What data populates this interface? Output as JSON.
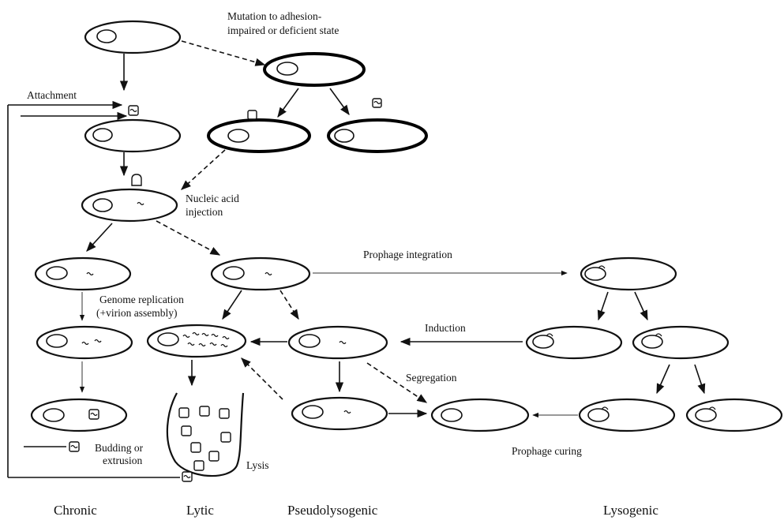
{
  "labels": {
    "mutation": [
      "Mutation to adhesion-",
      "impaired or deficient state"
    ],
    "attachment": "Attachment",
    "nucleic_acid": [
      "Nucleic acid",
      "injection"
    ],
    "prophage_integration": "Prophage integration",
    "genome_replication": [
      "Genome replication",
      "(+virion assembly)"
    ],
    "induction": "Induction",
    "segregation": "Segregation",
    "budding": [
      "Budding or",
      "extrusion"
    ],
    "lysis": "Lysis",
    "prophage_curing": "Prophage curing"
  },
  "categories": [
    "Chronic",
    "Lytic",
    "Pseudolysogenic",
    "Lysogenic"
  ]
}
